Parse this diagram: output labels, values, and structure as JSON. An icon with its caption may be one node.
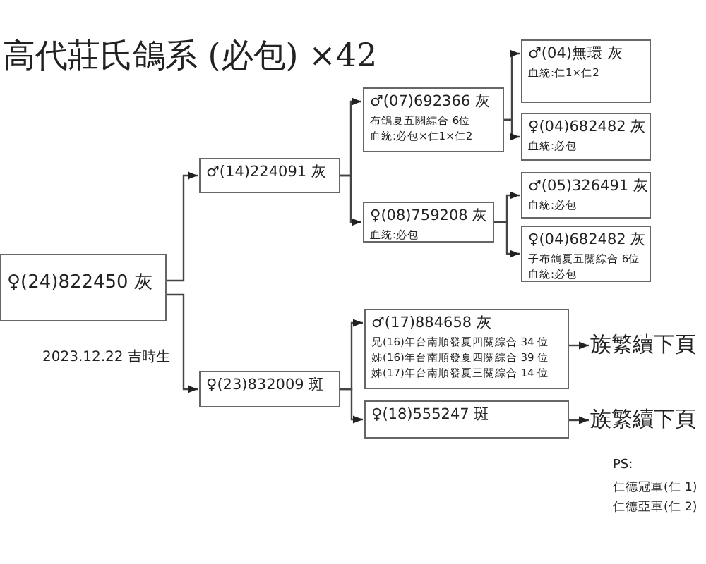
{
  "diagram": {
    "title": "高代莊氏鴿系 (必包) ×42",
    "nodes": [
      {
        "text": [
          "♀(24)822450 灰"
        ]
      },
      {
        "text": [
          "♂(14)224091 灰"
        ]
      },
      {
        "text": [
          "♀(23)832009 斑"
        ]
      },
      {
        "text": [
          "♂(07)692366 灰",
          "布鴿夏五關綜合 6位",
          "血統:必包×仁1×仁2"
        ]
      },
      {
        "text": [
          "♀(08)759208 灰",
          "血統:必包"
        ]
      },
      {
        "text": [
          "♂(04)無環 灰",
          "血統:仁1×仁2"
        ]
      },
      {
        "text": [
          "♀(04)682482 灰",
          "血統:必包"
        ]
      },
      {
        "text": [
          "♂(05)326491 灰",
          "血統:必包"
        ]
      },
      {
        "text": [
          "♀(04)682482 灰",
          "子布鴿夏五關綜合 6位",
          "血統:必包"
        ]
      },
      {
        "text": [
          "♂(17)884658 灰",
          "兄(16)年台南順發夏四關綜合 34 位",
          "姊(16)年台南順發夏四關綜合 39 位",
          "姊(17)年台南順發夏三關綜合 14 位"
        ]
      },
      {
        "text": [
          "♀(18)555247 斑"
        ]
      },
      {
        "text": [
          "族繁續下頁"
        ]
      },
      {
        "text": [
          "族繁續下頁"
        ]
      }
    ],
    "edges": [
      {
        "from": 0,
        "to": 1,
        "arrow": "to"
      },
      {
        "from": 0,
        "to": 2,
        "arrow": "to"
      },
      {
        "from": 1,
        "to": 3,
        "arrow": "to"
      },
      {
        "from": 1,
        "to": 4,
        "arrow": "to"
      },
      {
        "from": 3,
        "to": 5,
        "arrow": "to"
      },
      {
        "from": 3,
        "to": 6,
        "arrow": "to"
      },
      {
        "from": 4,
        "to": 7,
        "arrow": "to"
      },
      {
        "from": 4,
        "to": 8,
        "arrow": "to"
      },
      {
        "from": 2,
        "to": 9,
        "arrow": "to"
      },
      {
        "from": 2,
        "to": 10,
        "arrow": "to"
      },
      {
        "from": 9,
        "to": 11,
        "arrow": "to"
      },
      {
        "from": 10,
        "to": 12,
        "arrow": "to"
      }
    ],
    "labels": [
      "2023.12.22 吉時生",
      "PS:",
      "仁德冠軍(仁 1)",
      "仁德亞軍(仁 2)"
    ]
  }
}
